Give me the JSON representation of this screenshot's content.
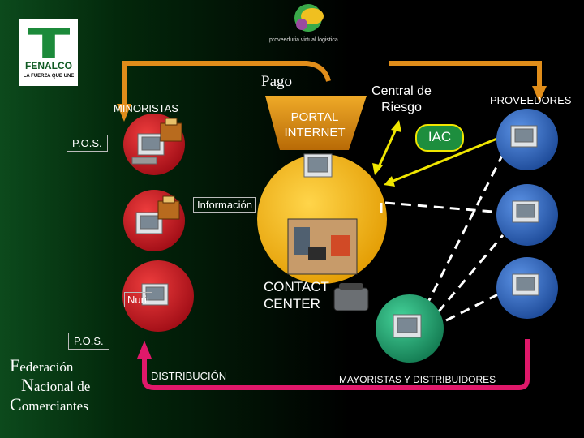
{
  "logo": {
    "name": "FENALCO",
    "slogan": "LA FUERZA QUE UNE"
  },
  "center_logo": {
    "tagline": "proveeduria virtual logistica"
  },
  "labels": {
    "pago": "Pago",
    "minoristas": "MINORISTAS",
    "portal": "PORTAL INTERNET",
    "central": "Central de Riesgo",
    "proveedores": "PROVEEDORES",
    "iac": "IAC",
    "pos_top": "P.O.S.",
    "informacion": "Información",
    "nurit": "Nurit",
    "contact": "CONTACT CENTER",
    "pos_bottom": "P.O.S.",
    "distribucion": "DISTRIBUCIÓN",
    "mayoristas": "MAYORISTAS Y DISTRIBUIDORES"
  },
  "federation": {
    "line1_initial": "F",
    "line1_rest": "ederación",
    "line2_initial": "N",
    "line2_rest": "acional de",
    "line3_initial": "C",
    "line3_rest": "omerciantes"
  },
  "colors": {
    "retail_node": "#c0161e",
    "supplier_node": "#2c63b8",
    "distributor_node": "#1fa870",
    "center_node": "#f0a800",
    "pink_arrow": "#e0186a",
    "yellow_arrow": "#f0e600",
    "portal_fill": "#d88a10",
    "iac_box": "#1d8e3e",
    "background": "#000000"
  }
}
